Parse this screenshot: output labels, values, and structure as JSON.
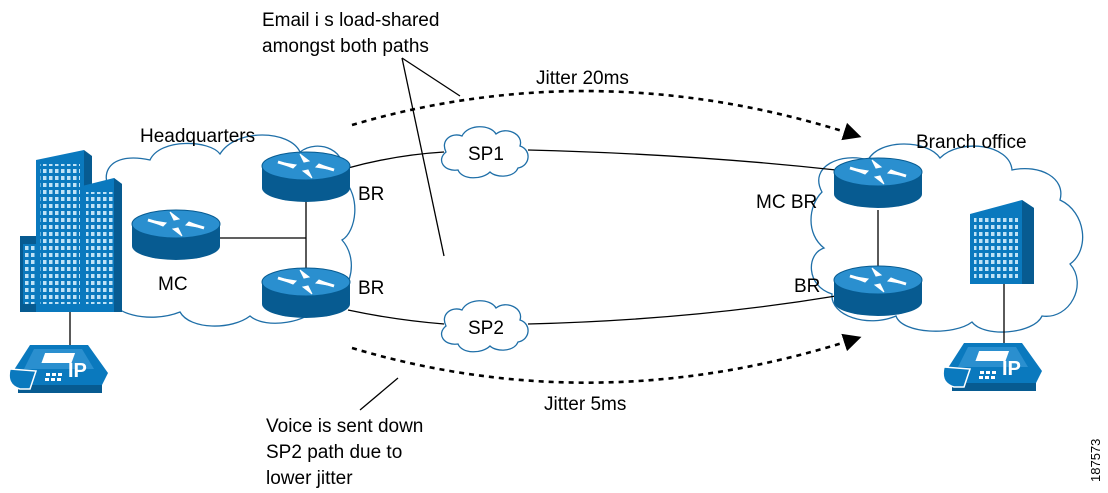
{
  "colors": {
    "device_blue": "#0a79be",
    "device_dark": "#075b91",
    "device_top": "#2a8fcf",
    "cloud_stroke": "#1f6fa8",
    "line": "#000000"
  },
  "sites": {
    "hq": "Headquarters",
    "branch": "Branch office"
  },
  "routers": {
    "hq_br1": "BR",
    "hq_br2": "BR",
    "hq_mc": "MC",
    "branch_mcbr": "MC BR",
    "branch_br": "BR"
  },
  "providers": {
    "sp1": "SP1",
    "sp2": "SP2"
  },
  "paths": {
    "top": "Jitter 20ms",
    "bottom": "Jitter 5ms"
  },
  "callouts": {
    "email": [
      "Email i s load-shared",
      "amongst both paths"
    ],
    "voice": [
      "Voice is sent down",
      "SP2 path due to",
      "lower jitter"
    ]
  },
  "phones": {
    "label": "IP"
  },
  "figure_id": "187573",
  "icons": [
    "router-icon",
    "building-icon",
    "ip-phone-icon",
    "cloud-icon"
  ]
}
